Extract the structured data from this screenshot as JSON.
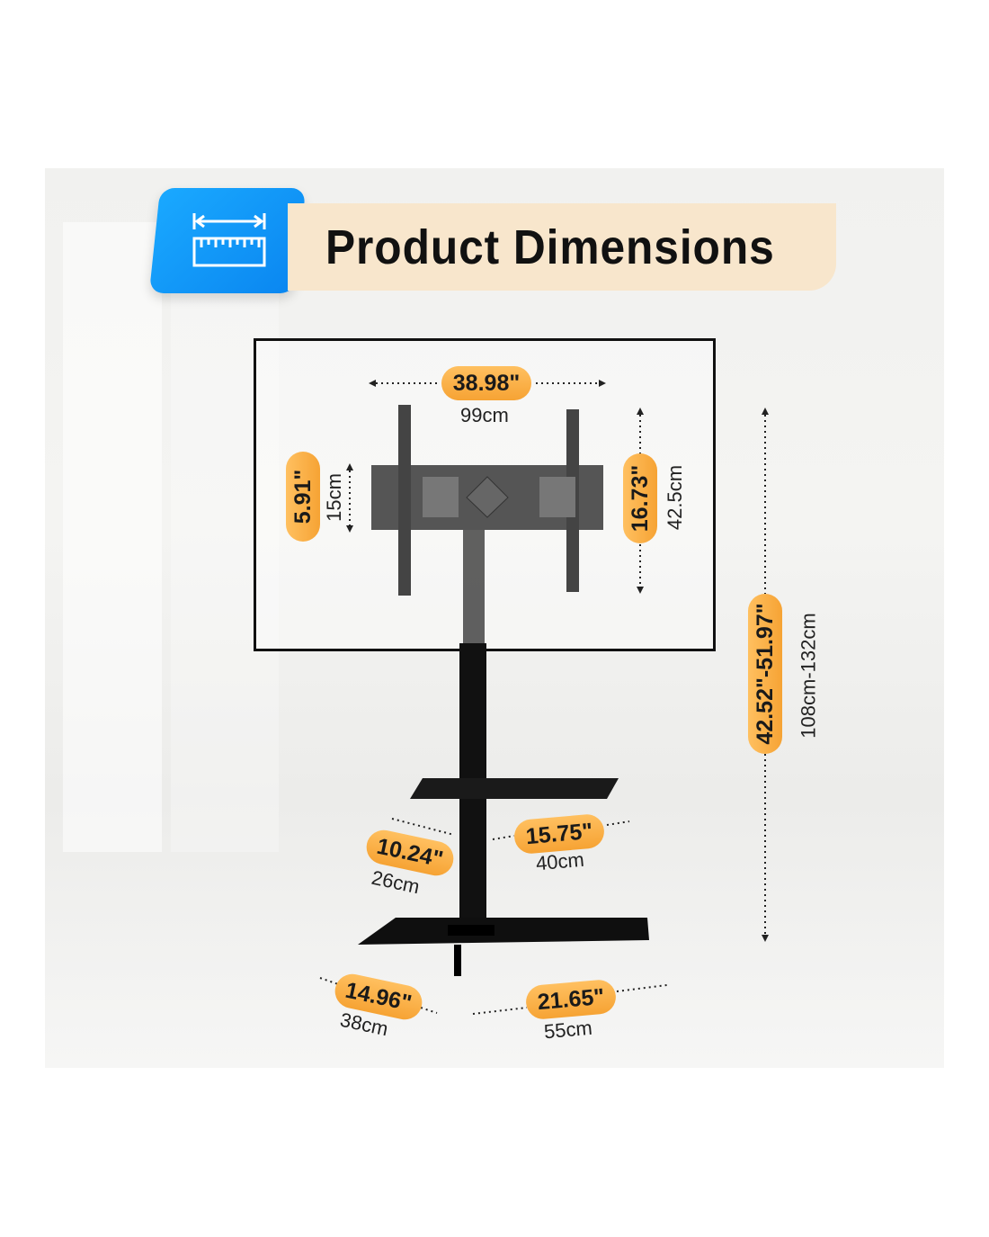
{
  "header": {
    "title": "Product Dimensions",
    "icon": "ruler-icon"
  },
  "dimensions": {
    "vesa_width": {
      "in": "38.98\"",
      "cm": "99cm"
    },
    "vesa_height": {
      "in": "16.73\"",
      "cm": "42.5cm"
    },
    "bracket_width": {
      "in": "5.91\"",
      "cm": "15cm"
    },
    "height_range": {
      "in": "42.52\"-51.97\"",
      "cm": "108cm-132cm"
    },
    "shelf_depth": {
      "in": "10.24\"",
      "cm": "26cm"
    },
    "shelf_width": {
      "in": "15.75\"",
      "cm": "40cm"
    },
    "base_depth": {
      "in": "14.96\"",
      "cm": "38cm"
    },
    "base_width": {
      "in": "21.65\"",
      "cm": "55cm"
    }
  },
  "colors": {
    "accent": "#f6a334",
    "blue": "#0a86f0",
    "band": "#f8e6cc"
  }
}
